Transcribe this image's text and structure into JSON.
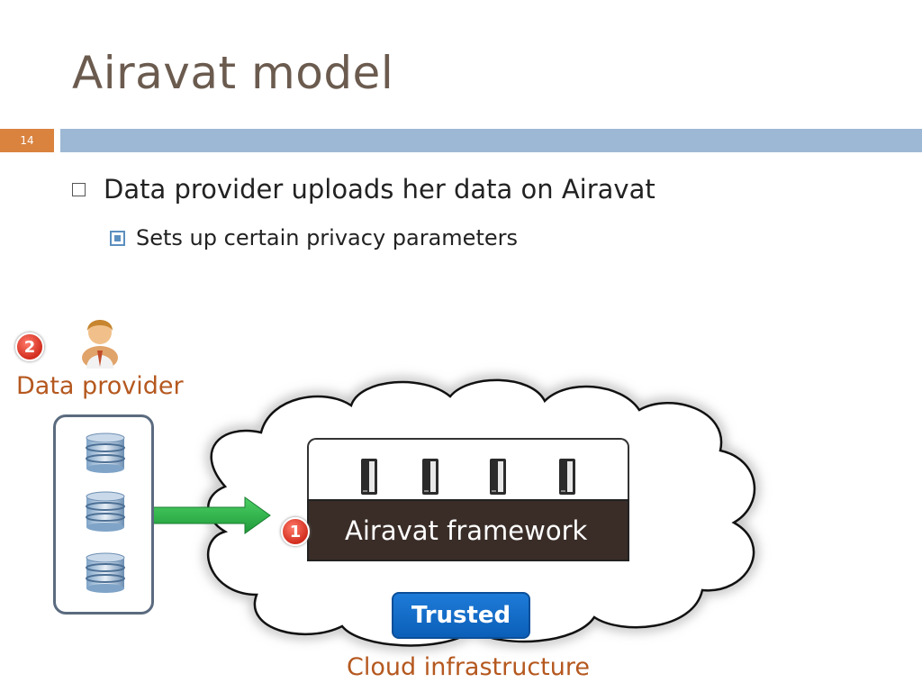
{
  "slide": {
    "title": "Airavat model",
    "page_number": "14"
  },
  "bullets": {
    "level1": "Data provider uploads her data on Airavat",
    "level2": "Sets up certain privacy parameters"
  },
  "diagram": {
    "provider_label": "Data provider",
    "provider_badge": "2",
    "framework_label": "Airavat framework",
    "framework_badge": "1",
    "trusted_label": "Trusted",
    "cloud_label": "Cloud infrastructure"
  },
  "colors": {
    "title": "#6b5b4f",
    "accent_orange": "#d9833f",
    "header_bar": "#9db8d4",
    "label_text": "#b5581f",
    "framework_bg": "#3a2d28",
    "trusted_blue": "#1e7bd8",
    "arrow_green": "#2eb34a",
    "badge_red": "#d22d1e"
  },
  "icons": [
    "person-icon",
    "database-icon",
    "server-icon",
    "arrow-right-icon",
    "cloud-shape"
  ]
}
